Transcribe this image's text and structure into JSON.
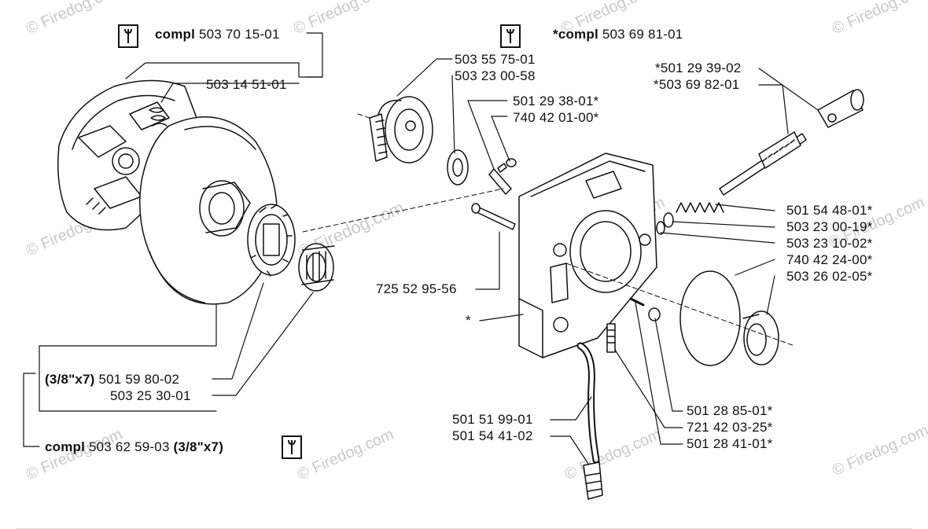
{
  "callouts": {
    "clutch_compl": {
      "prefix": "compl",
      "part": "503 70 15-01"
    },
    "clutch_spring": "503 14 51-01",
    "cover_compl": {
      "prefix": "*compl",
      "part": "503 69 81-01"
    },
    "worm_gear": "503 55 75-01",
    "washer_a": "503 23 00-58",
    "screw_a": "501 29 38-01*",
    "o_ring_small": "740 42 01-00*",
    "coupling": "*501 29 39-02",
    "pump_shaft": "*503 69 82-01",
    "spring": "501 54 48-01*",
    "washer_b": "503 23 00-19*",
    "washer_c": "503 23 10-02*",
    "o_ring_large": "740  42 24-00*",
    "seal_ring": "503 26 02-05*",
    "screw_b": "725 52 95-56",
    "pump_housing": "*",
    "drum_size": "(3/8\"x7)",
    "drum_part": "501 59 80-02",
    "bearing": "503 25 30-01",
    "drum_compl": {
      "prefix": "compl",
      "part": "503 62 59-03",
      "suffix": "(3/8\"x7)"
    },
    "oil_hose": "501 51 99-01",
    "oil_filter": "501 54 41-02",
    "plug": "501 28 85-01*",
    "nipple": "721 42 03-25*",
    "pin": "501 28 41-01*"
  },
  "watermark": "© Firedog.com",
  "colors": {
    "ink": "#111111",
    "watermark": "#c9c9c9"
  }
}
